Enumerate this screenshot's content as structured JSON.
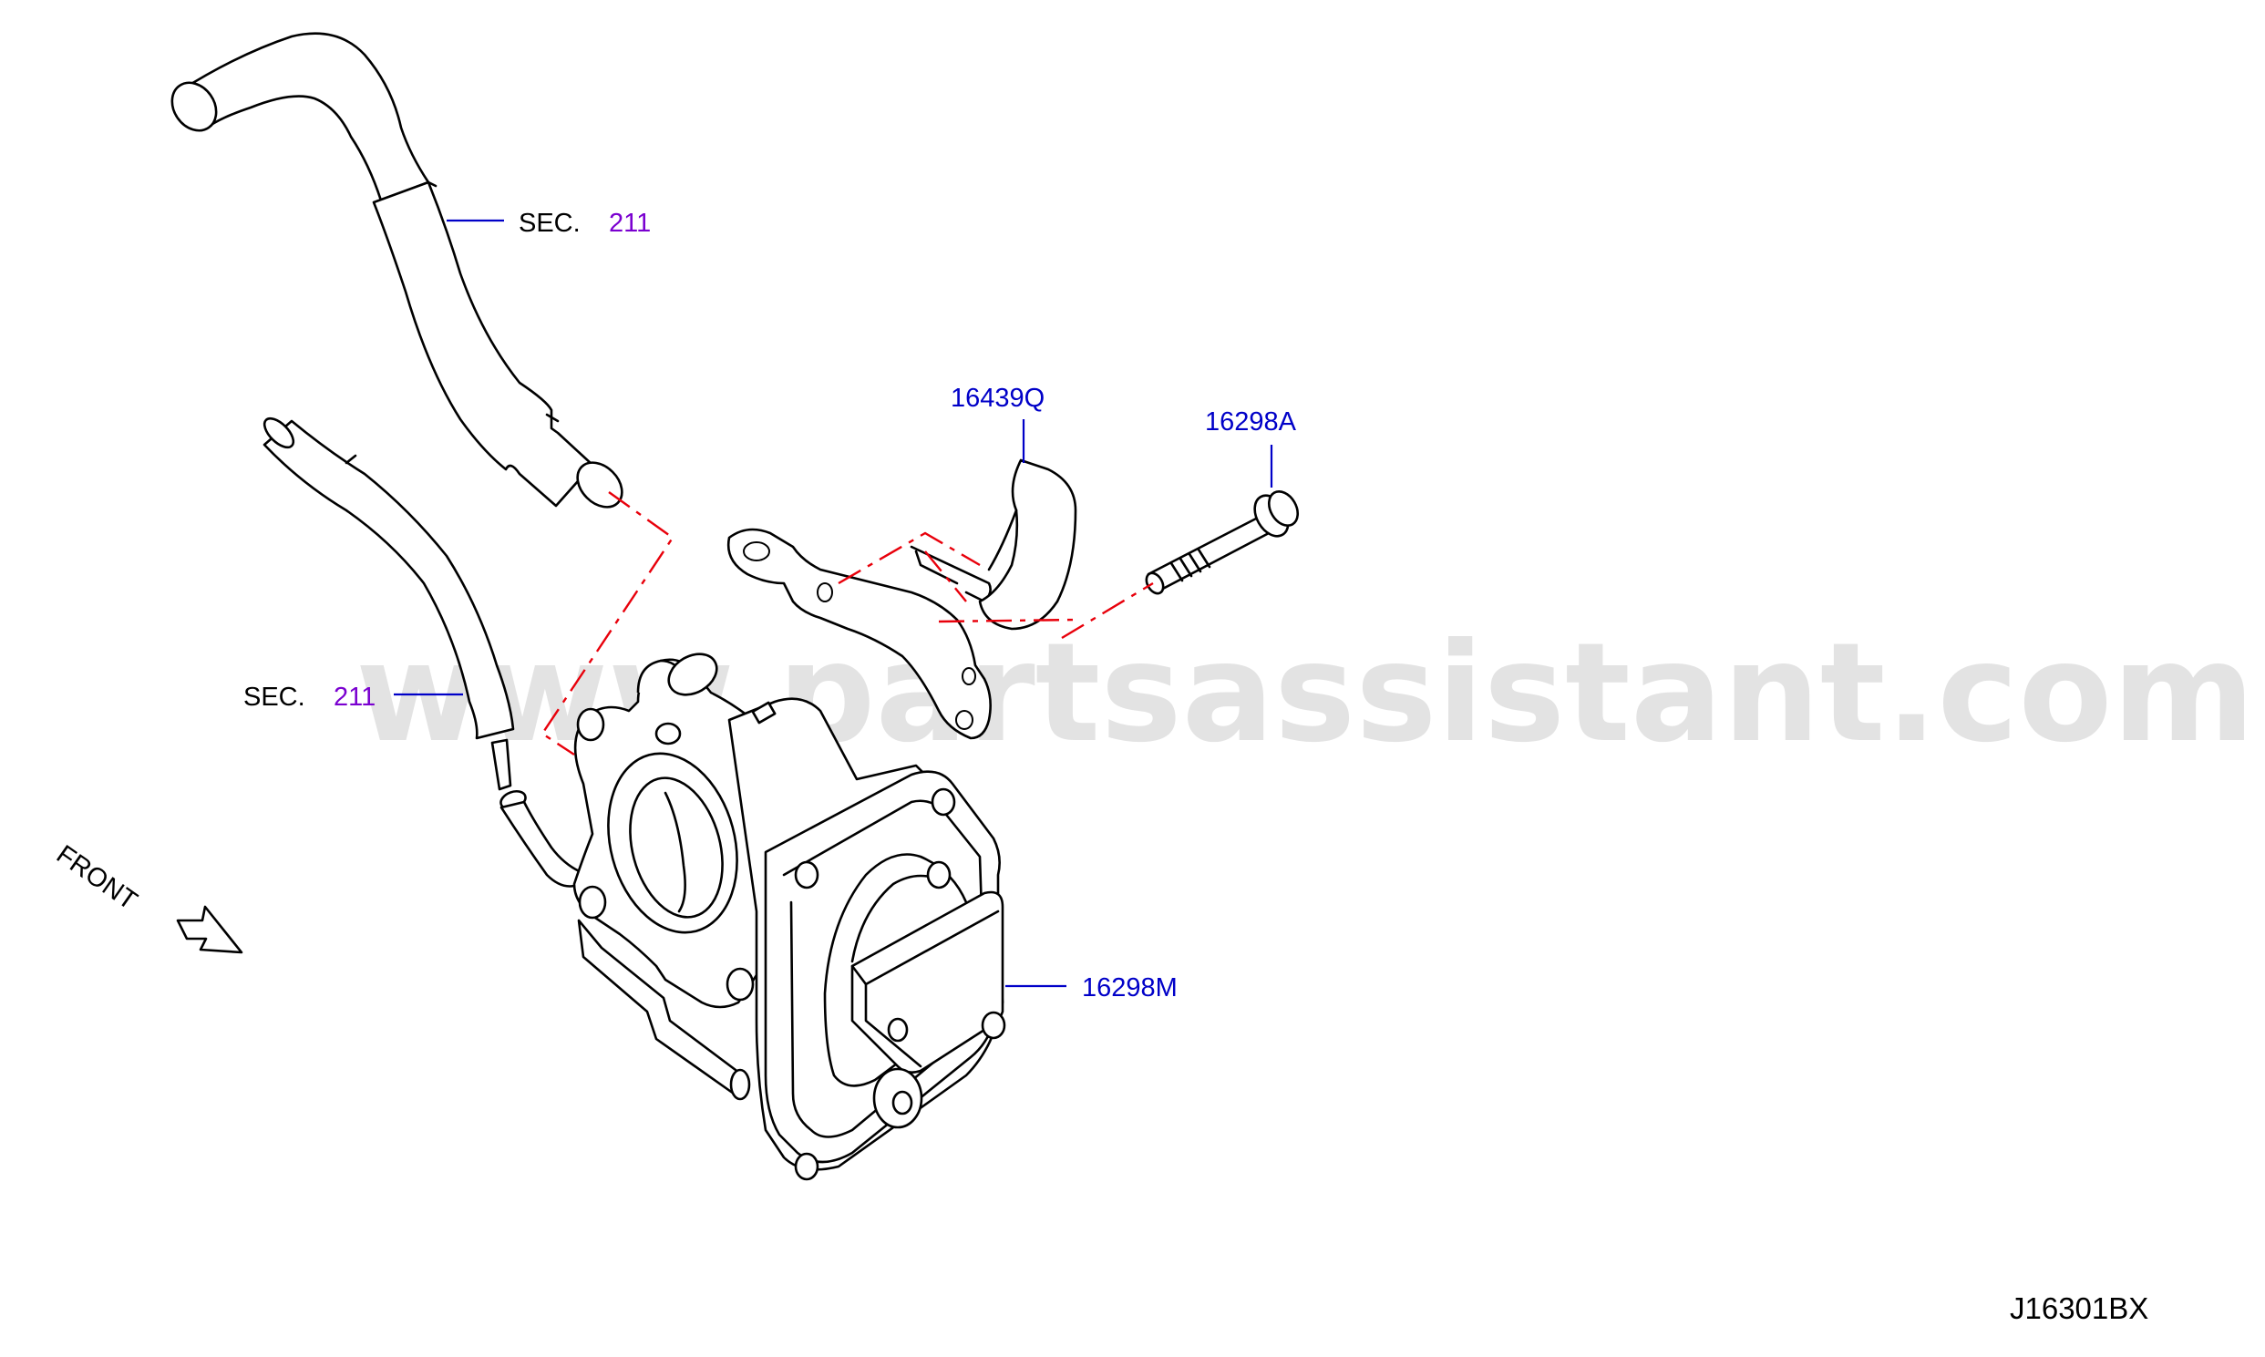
{
  "watermark": "www.partsassistant.com",
  "diagram_code": "J16301BX",
  "front_label": "FRONT",
  "callouts": {
    "sec_top_prefix": "SEC.",
    "sec_top_number": "211",
    "sec_bottom_prefix": "SEC.",
    "sec_bottom_number": "211",
    "bracket": "16439Q",
    "bolt": "16298A",
    "throttle_body": "16298M"
  },
  "colors": {
    "part_number": "#0000c8",
    "section_ref": "#7a00d0",
    "dash_line": "#e8000b",
    "outline": "#000000",
    "watermark": "#c8c8c8"
  }
}
